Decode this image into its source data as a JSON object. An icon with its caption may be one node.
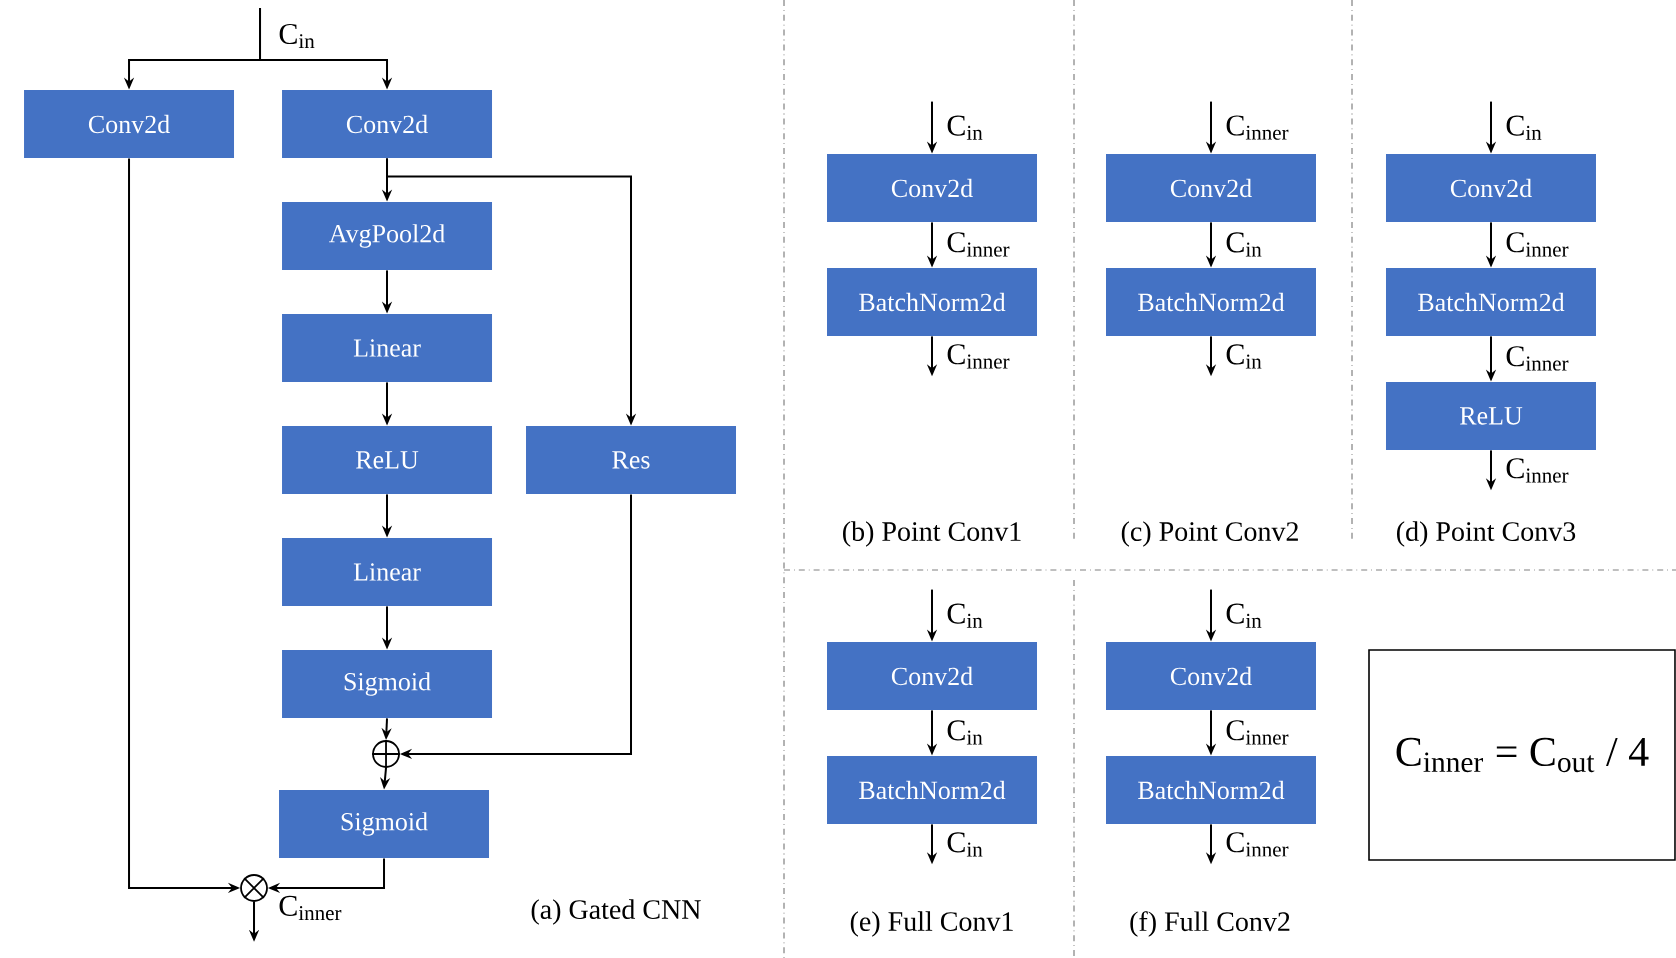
{
  "diagram": {
    "nodes": [
      {
        "text": [
          "Conv2d"
        ]
      },
      {
        "text": [
          "Conv2d"
        ]
      },
      {
        "text": [
          "AvgPool2d"
        ]
      },
      {
        "text": [
          "Linear"
        ]
      },
      {
        "text": [
          "ReLU"
        ]
      },
      {
        "text": [
          "Res"
        ]
      },
      {
        "text": [
          "Linear"
        ]
      },
      {
        "text": [
          "Sigmoid"
        ]
      },
      {
        "text": [],
        "shape": "circle"
      },
      {
        "text": [
          "Sigmoid"
        ]
      },
      {
        "text": [],
        "shape": "circle"
      },
      {
        "text": [
          "Conv2d"
        ]
      },
      {
        "text": [
          "BatchNorm2d"
        ]
      },
      {
        "text": [
          "Conv2d"
        ]
      },
      {
        "text": [
          "BatchNorm2d"
        ]
      },
      {
        "text": [
          "Conv2d"
        ]
      },
      {
        "text": [
          "BatchNorm2d"
        ]
      },
      {
        "text": [
          "ReLU"
        ]
      },
      {
        "text": [
          "Conv2d"
        ]
      },
      {
        "text": [
          "BatchNorm2d"
        ]
      },
      {
        "text": [
          "Conv2d"
        ]
      },
      {
        "text": [
          "BatchNorm2d"
        ]
      },
      {
        "text": [
          "C$_{inner}$ = C$_{out}$ / 4"
        ]
      }
    ],
    "edges": [
      {
        "from": null,
        "to": 0,
        "arrow": "to"
      },
      {
        "from": null,
        "to": 1,
        "arrow": "to"
      },
      {
        "from": 1,
        "to": 2,
        "arrow": "to"
      },
      {
        "from": 1,
        "to": 5,
        "arrow": "to"
      },
      {
        "from": 2,
        "to": 3,
        "arrow": "to"
      },
      {
        "from": 3,
        "to": 4,
        "arrow": "to"
      },
      {
        "from": 4,
        "to": 6,
        "arrow": "to"
      },
      {
        "from": 6,
        "to": 7,
        "arrow": "to"
      },
      {
        "from": 7,
        "to": 8,
        "arrow": "to"
      },
      {
        "from": 5,
        "to": 8,
        "arrow": "to"
      },
      {
        "from": 8,
        "to": 9,
        "arrow": "to"
      },
      {
        "from": 0,
        "to": 10,
        "arrow": "to"
      },
      {
        "from": 9,
        "to": 10,
        "arrow": "to"
      },
      {
        "from": 10,
        "to": null,
        "arrow": "to",
        "label": "C$_{inner}$"
      },
      {
        "from": null,
        "to": 11,
        "arrow": "to",
        "label": "C$_{in}$"
      },
      {
        "from": 11,
        "to": 12,
        "arrow": "to",
        "label": "C$_{inner}$"
      },
      {
        "from": 12,
        "to": null,
        "arrow": "to",
        "label": "C$_{inner}$"
      },
      {
        "from": null,
        "to": 13,
        "arrow": "to",
        "label": "C$_{inner}$"
      },
      {
        "from": 13,
        "to": 14,
        "arrow": "to",
        "label": "C$_{in}$"
      },
      {
        "from": 14,
        "to": null,
        "arrow": "to",
        "label": "C$_{in}$"
      },
      {
        "from": null,
        "to": 15,
        "arrow": "to",
        "label": "C$_{in}$"
      },
      {
        "from": 15,
        "to": 16,
        "arrow": "to",
        "label": "C$_{inner}$"
      },
      {
        "from": 16,
        "to": 17,
        "arrow": "to",
        "label": "C$_{inner}$"
      },
      {
        "from": 17,
        "to": null,
        "arrow": "to",
        "label": "C$_{inner}$"
      },
      {
        "from": null,
        "to": 18,
        "arrow": "to",
        "label": "C$_{in}$"
      },
      {
        "from": 18,
        "to": 19,
        "arrow": "to",
        "label": "C$_{in}$"
      },
      {
        "from": 19,
        "to": null,
        "arrow": "to",
        "label": "C$_{in}$"
      },
      {
        "from": null,
        "to": 20,
        "arrow": "to",
        "label": "C$_{in}$"
      },
      {
        "from": 20,
        "to": 21,
        "arrow": "to",
        "label": "C$_{inner}$"
      },
      {
        "from": 21,
        "to": null,
        "arrow": "to",
        "label": "C$_{inner}$"
      }
    ],
    "labels": [
      "C$_{in}$",
      "(a) Gated CNN",
      "(b) Point Conv1",
      "(c) Point Conv2",
      "(d) Point Conv3",
      "(e) Full Conv1",
      "(f) Full Conv2"
    ]
  }
}
